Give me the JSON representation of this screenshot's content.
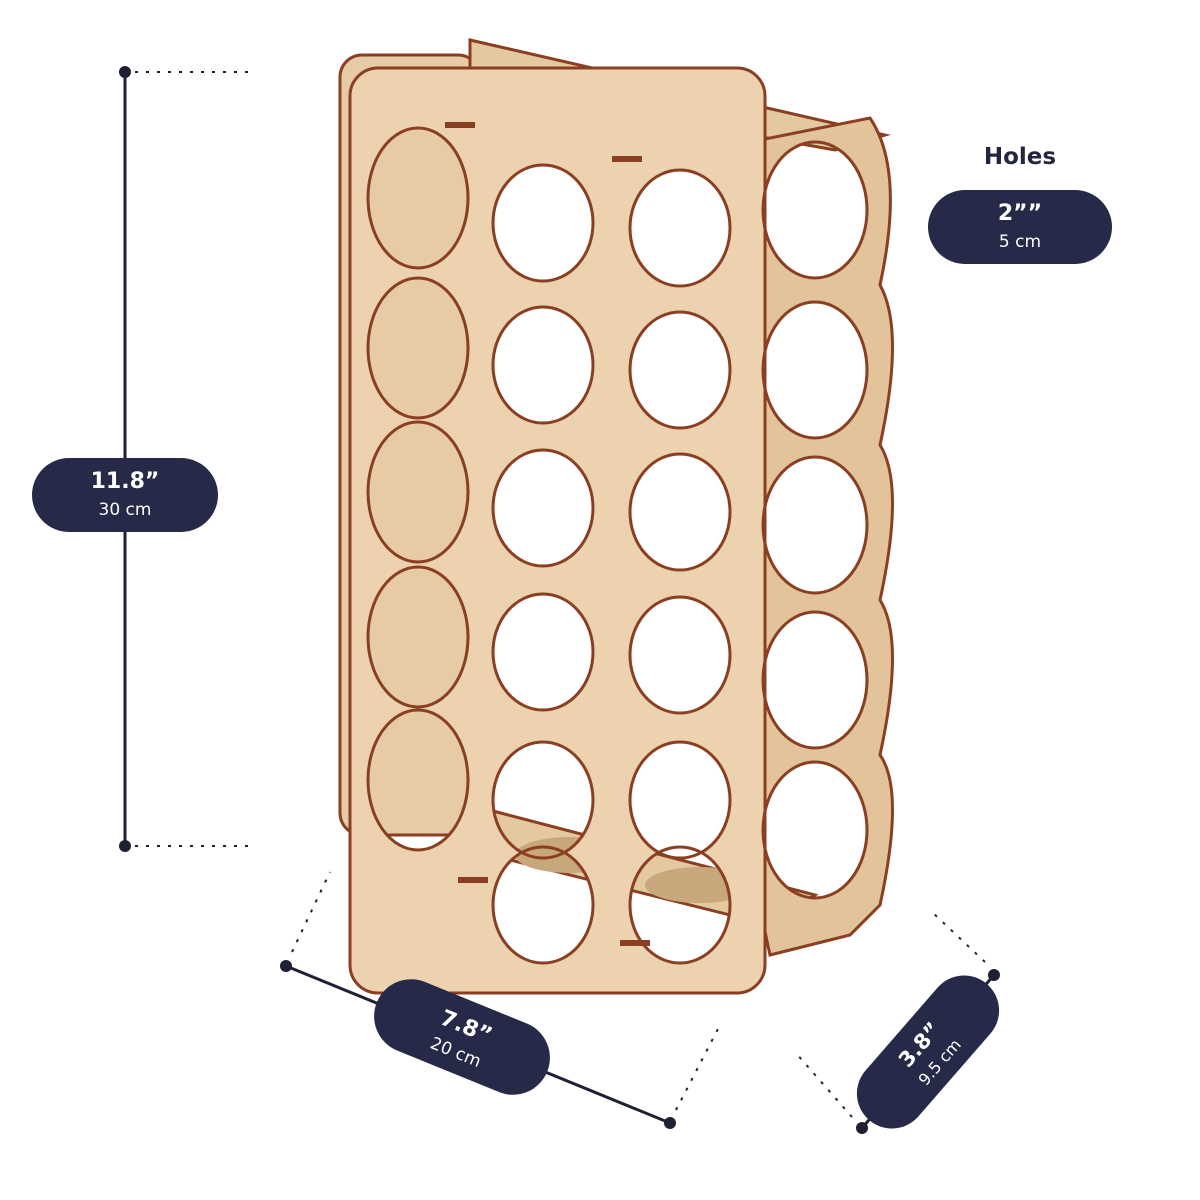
{
  "colors": {
    "pill": "#262a48",
    "line": "#1e2033",
    "wood": "#ecd2ae",
    "wood_side": "#e2c39a",
    "edge": "#8a3f22",
    "text_dark": "#23263f"
  },
  "dimensions": {
    "height": {
      "imperial": "11.8”",
      "metric": "30 cm"
    },
    "width": {
      "imperial": "7.8”",
      "metric": "20 cm"
    },
    "depth": {
      "imperial": "3.8”",
      "metric": "9.5 cm"
    }
  },
  "holes": {
    "heading": "Holes",
    "imperial": "2””",
    "metric": "5 cm"
  }
}
